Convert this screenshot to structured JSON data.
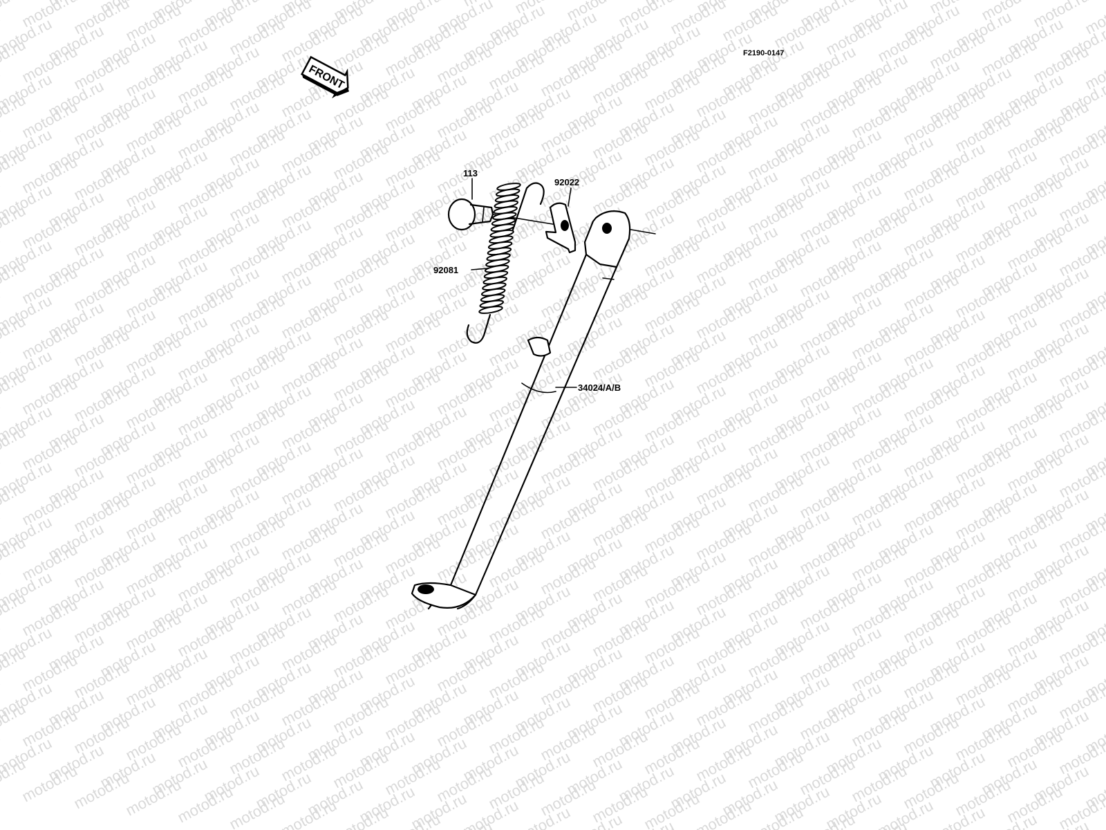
{
  "figure_code": "F2190-0147",
  "front_marker": {
    "text": "FRONT",
    "icon": "front-direction-arrow-icon"
  },
  "watermark": {
    "text": "motod.ru",
    "color": "#d9d9d9"
  },
  "parts": [
    {
      "number": "113",
      "description_icon": "bolt-icon"
    },
    {
      "number": "92022",
      "description_icon": "washer-plate-icon"
    },
    {
      "number": "92081",
      "description_icon": "spring-icon"
    },
    {
      "number": "34024/A/B",
      "description_icon": "side-stand-icon"
    }
  ]
}
